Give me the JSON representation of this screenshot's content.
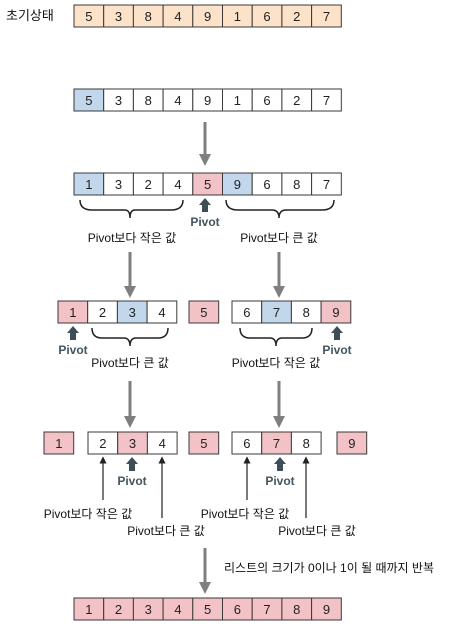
{
  "initial_label": "초기상태",
  "pivot_label": "Pivot",
  "left_label": "Pivot보다 작은 값",
  "right_label": "Pivot보다 큰 값",
  "repeat_label": "리스트의 크기가 0이나 1이 될 때까지 반복",
  "colors": {
    "orange": "#fbe2c9",
    "blue": "#c2d7ec",
    "pink": "#f3c2c7",
    "white": "#ffffff",
    "border": "#3a3a3a",
    "arrow": "#7f7f7f",
    "pivot_arrow": "#3f4d57"
  },
  "rows": [
    {
      "id": "initial",
      "values": [
        "5",
        "3",
        "8",
        "4",
        "9",
        "1",
        "6",
        "2",
        "7"
      ],
      "colors": [
        "orange",
        "orange",
        "orange",
        "orange",
        "orange",
        "orange",
        "orange",
        "orange",
        "orange"
      ]
    },
    {
      "id": "step1",
      "values": [
        "5",
        "3",
        "8",
        "4",
        "9",
        "1",
        "6",
        "2",
        "7"
      ],
      "colors": [
        "blue",
        "white",
        "white",
        "white",
        "white",
        "white",
        "white",
        "white",
        "white"
      ]
    },
    {
      "id": "step2",
      "values": [
        "1",
        "3",
        "2",
        "4",
        "5",
        "9",
        "6",
        "8",
        "7"
      ],
      "colors": [
        "blue",
        "white",
        "white",
        "white",
        "pink",
        "blue",
        "white",
        "white",
        "white"
      ]
    },
    {
      "id": "step3-left",
      "values": [
        "1",
        "2",
        "3",
        "4"
      ],
      "colors": [
        "pink",
        "white",
        "blue",
        "white"
      ]
    },
    {
      "id": "step3-mid",
      "values": [
        "5"
      ],
      "colors": [
        "pink"
      ]
    },
    {
      "id": "step3-right",
      "values": [
        "6",
        "7",
        "8",
        "9"
      ],
      "colors": [
        "white",
        "blue",
        "white",
        "pink"
      ]
    },
    {
      "id": "step4-a",
      "values": [
        "1"
      ],
      "colors": [
        "pink"
      ]
    },
    {
      "id": "step4-b",
      "values": [
        "2",
        "3",
        "4"
      ],
      "colors": [
        "white",
        "pink",
        "white"
      ]
    },
    {
      "id": "step4-c",
      "values": [
        "5"
      ],
      "colors": [
        "pink"
      ]
    },
    {
      "id": "step4-d",
      "values": [
        "6",
        "7",
        "8"
      ],
      "colors": [
        "white",
        "pink",
        "white"
      ]
    },
    {
      "id": "step4-e",
      "values": [
        "9"
      ],
      "colors": [
        "pink"
      ]
    },
    {
      "id": "final",
      "values": [
        "1",
        "2",
        "3",
        "4",
        "5",
        "6",
        "7",
        "8",
        "9"
      ],
      "colors": [
        "pink",
        "pink",
        "pink",
        "pink",
        "pink",
        "pink",
        "pink",
        "pink",
        "pink"
      ]
    }
  ]
}
